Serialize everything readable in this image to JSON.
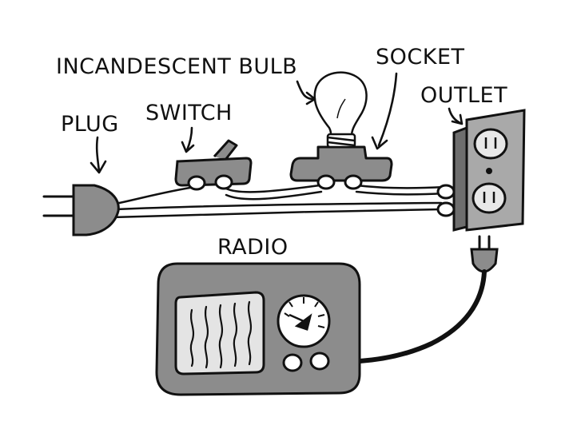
{
  "labels": {
    "incandescent_bulb": "INCANDESCENT BULB",
    "socket": "SOCKET",
    "outlet": "OUTLET",
    "plug": "PLUG",
    "switch": "SWITCH",
    "radio": "RADIO"
  },
  "colors": {
    "ink": "#111111",
    "device_fill": "#8c8c8c",
    "outlet_plate": "#a9a9a9",
    "outlet_face": "#e8e8e8",
    "background": "#ffffff"
  }
}
